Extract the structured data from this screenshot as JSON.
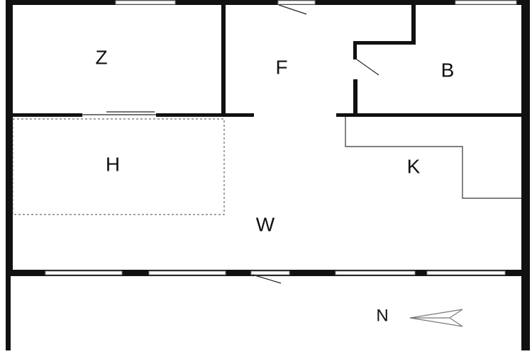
{
  "floor_plan": {
    "rooms": [
      {
        "id": "Z",
        "label": "Z"
      },
      {
        "id": "F",
        "label": "F"
      },
      {
        "id": "B",
        "label": "B"
      },
      {
        "id": "H",
        "label": "H"
      },
      {
        "id": "K",
        "label": "K"
      },
      {
        "id": "W",
        "label": "W"
      }
    ],
    "north": {
      "label": "N"
    }
  }
}
